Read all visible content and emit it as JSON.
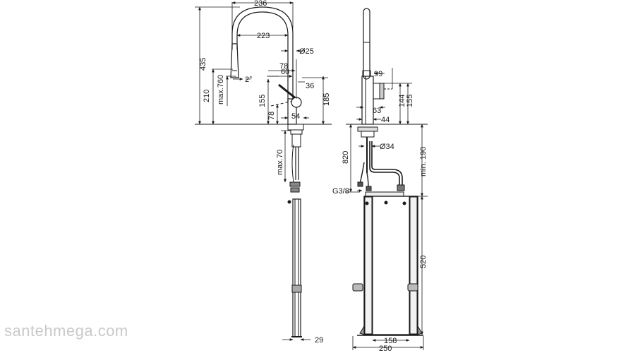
{
  "watermark": "santehmega.com",
  "left_view": {
    "dims": {
      "d236": "236",
      "d223": "223",
      "d25": "Ø25",
      "d435": "435",
      "d210": "210",
      "dmax760": "max.760",
      "d2deg": "2°",
      "d78": "78",
      "d60": "60",
      "d36": "36",
      "d155": "155",
      "d78b": "78",
      "d54": "54",
      "d185": "185",
      "dmax70": "max.70",
      "d29": "29"
    }
  },
  "right_view": {
    "dims": {
      "d99": "99",
      "d63": "63",
      "d44": "44",
      "d144": "144",
      "d155": "155",
      "d34": "Ø34",
      "d820": "820",
      "dmin190": "min. 190",
      "dG38": "G3/8",
      "d520": "520",
      "d158": "158",
      "d250": "250"
    }
  }
}
